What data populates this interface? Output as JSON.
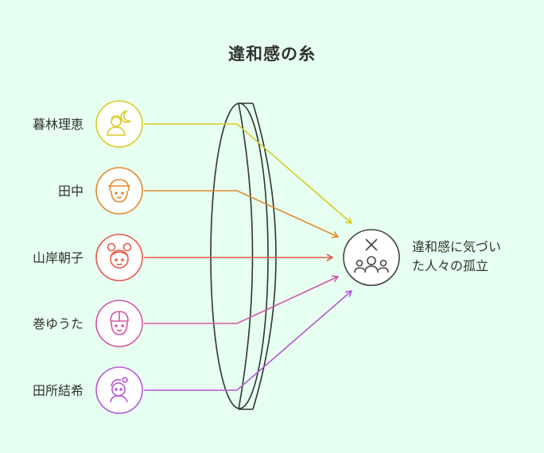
{
  "title": "違和感の糸",
  "people": [
    {
      "name": "暮林理恵",
      "color": "#d8cc25",
      "icon": "person-moon-icon"
    },
    {
      "name": "田中",
      "color": "#e08a2e",
      "icon": "person-cap-icon"
    },
    {
      "name": "山岸朝子",
      "color": "#e35a4a",
      "icon": "girl-buns-icon"
    },
    {
      "name": "巻ゆうた",
      "color": "#d456a6",
      "icon": "boy-cap-icon"
    },
    {
      "name": "田所結希",
      "color": "#b556d9",
      "icon": "girl-flower-icon"
    }
  ],
  "result": {
    "line1": "違和感に気づい",
    "line2": "た人々の孤立",
    "icon": "isolated-group-icon",
    "color": "#444444"
  },
  "lens_color": "#333333",
  "background": "#e6fff0"
}
